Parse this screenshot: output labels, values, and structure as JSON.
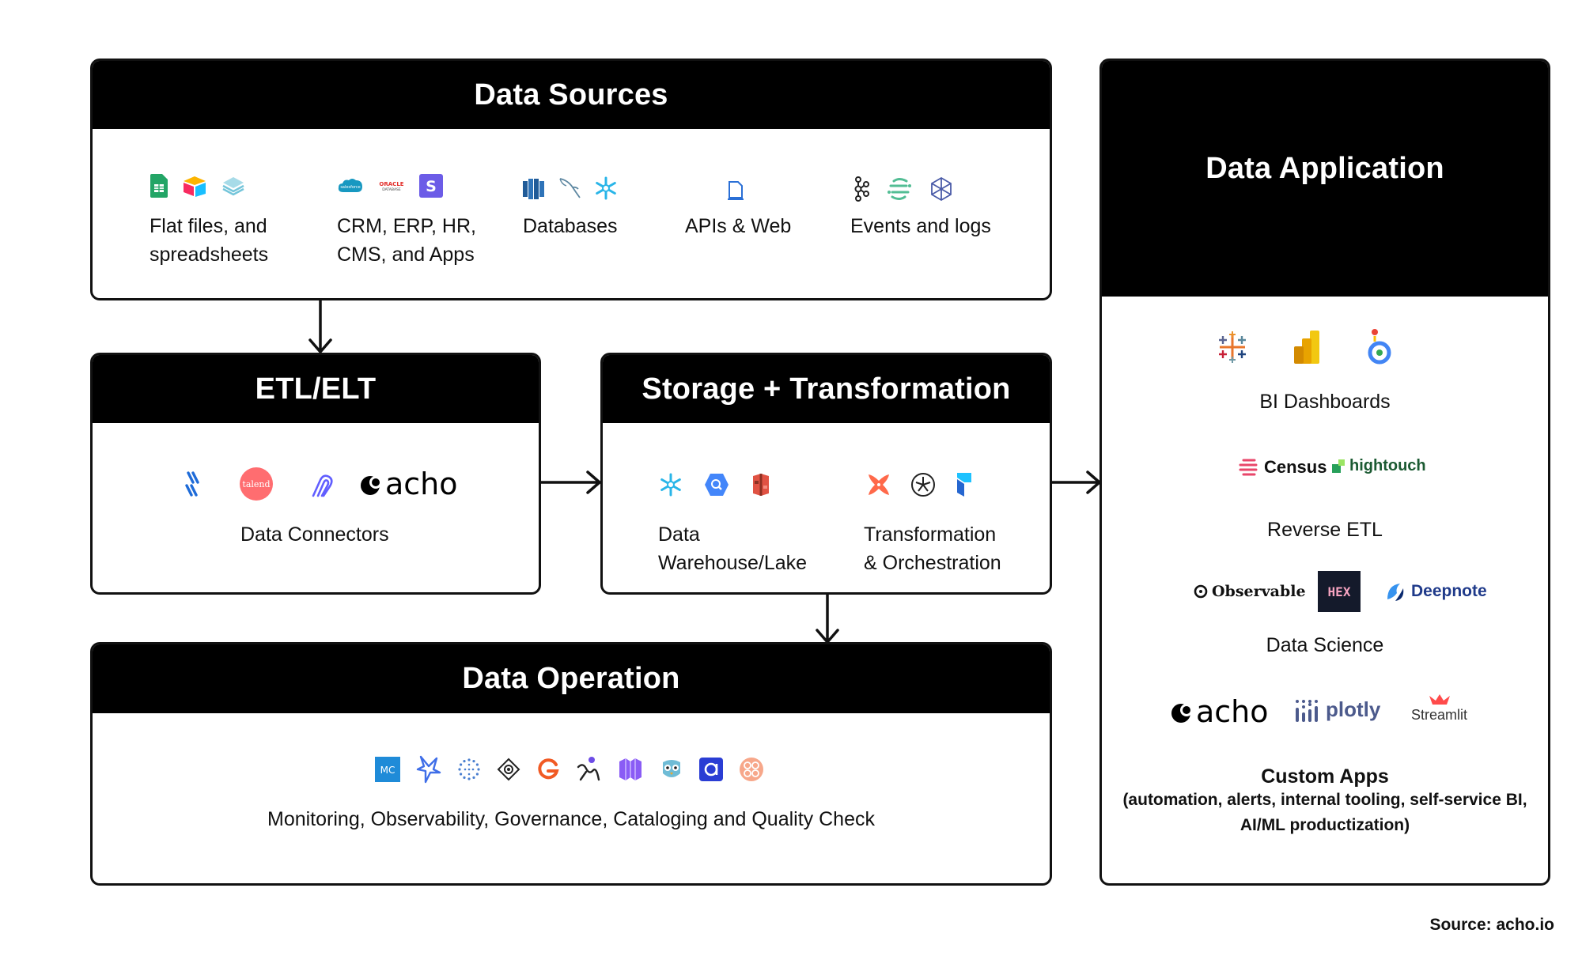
{
  "data_sources": {
    "title": "Data Sources",
    "groups": [
      {
        "label": "Flat files, and\nspreadsheets",
        "icons": [
          "google-sheets-icon",
          "airtable-icon",
          "layers-stack-icon"
        ]
      },
      {
        "label": "CRM, ERP, HR,\nCMS, and Apps",
        "icons": [
          "salesforce-icon",
          "oracle-database-icon",
          "stripe-icon"
        ]
      },
      {
        "label": "Databases",
        "icons": [
          "amazon-redshift-icon",
          "mysql-dolphin-icon",
          "snowflake-icon"
        ]
      },
      {
        "label": "APIs & Web",
        "icons": [
          "api-document-icon"
        ]
      },
      {
        "label": "Events and logs",
        "icons": [
          "kafka-icon",
          "segment-icon",
          "hexagon-network-icon"
        ]
      }
    ]
  },
  "etl": {
    "title": "ETL/ELT",
    "label": "Data Connectors",
    "icons": [
      "fivetran-icon",
      "talend-icon",
      "airbyte-icon"
    ],
    "talend_text": "talend",
    "acho_text": "acho"
  },
  "storage": {
    "title": "Storage + Transformation",
    "warehouse_label": "Data\nWarehouse/Lake",
    "transform_label": "Transformation\n& Orchestration",
    "warehouse_icons": [
      "snowflake-icon",
      "bigquery-icon",
      "amazon-s3-icon"
    ],
    "transform_icons": [
      "dbt-icon",
      "airflow-icon",
      "prefect-icon"
    ]
  },
  "operation": {
    "title": "Data Operation",
    "label": "Monitoring, Observability, Governance, Cataloging and Quality Check",
    "icons": [
      "monte-carlo-icon",
      "datafold-icon",
      "dotted-circle-icon",
      "target-icon",
      "g-ring-icon",
      "lineage-icon",
      "atlan-cube-icon",
      "owl-icon",
      "amundsen-icon",
      "mesh-icon"
    ],
    "mc_text": "MC"
  },
  "application": {
    "title": "Data Application",
    "bi_label": "BI Dashboards",
    "bi_icons": [
      "tableau-icon",
      "power-bi-icon",
      "looker-icon"
    ],
    "reverse_etl_label": "Reverse ETL",
    "census_text": "Census",
    "hightouch_text": "hightouch",
    "data_science_label": "Data Science",
    "observable_text": "Observable",
    "hex_text": "HEX",
    "deepnote_text": "Deepnote",
    "acho_text": "acho",
    "plotly_text": "plotly",
    "streamlit_text": "Streamlit",
    "custom_apps_title": "Custom Apps",
    "custom_apps_detail": "(automation, alerts, internal tooling, self-service BI,\nAI/ML productization)"
  },
  "source_note": "Source: acho.io",
  "colors": {
    "black": "#000000",
    "talend": "#ff6d70",
    "accent_blue": "#1f8bd8"
  }
}
